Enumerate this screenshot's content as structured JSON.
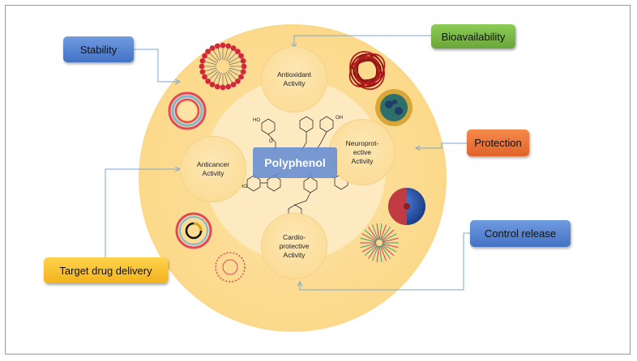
{
  "center": {
    "label": "Polyphenol"
  },
  "activities": {
    "antioxidant": "Antioxidant\nActivity",
    "anticancer": "Anticancer\nActivity",
    "neuroprotective": "Neuroprot-\nective\nActivity",
    "cardioprotective": "Cardio-\nprotective\nActivity"
  },
  "properties": {
    "stability": "Stability",
    "bioavailability": "Bioavailability",
    "protection": "Protection",
    "control_release": "Control release",
    "target_drug_delivery": "Target drug delivery"
  },
  "molecule_labels": [
    "HO",
    "OH",
    "O",
    "OH",
    "HO",
    "OH"
  ],
  "colors": {
    "outer_circle": "#fddc8c",
    "inner_circle": "#fdebc4",
    "activity_circle": "#fbd98f",
    "center_box": "#648cd2",
    "blue_box": "#4472c4",
    "green_box": "#70ad47",
    "orange_box": "#ed7d31",
    "yellow_box": "#ffc000",
    "connector": "#7fa7d0"
  }
}
